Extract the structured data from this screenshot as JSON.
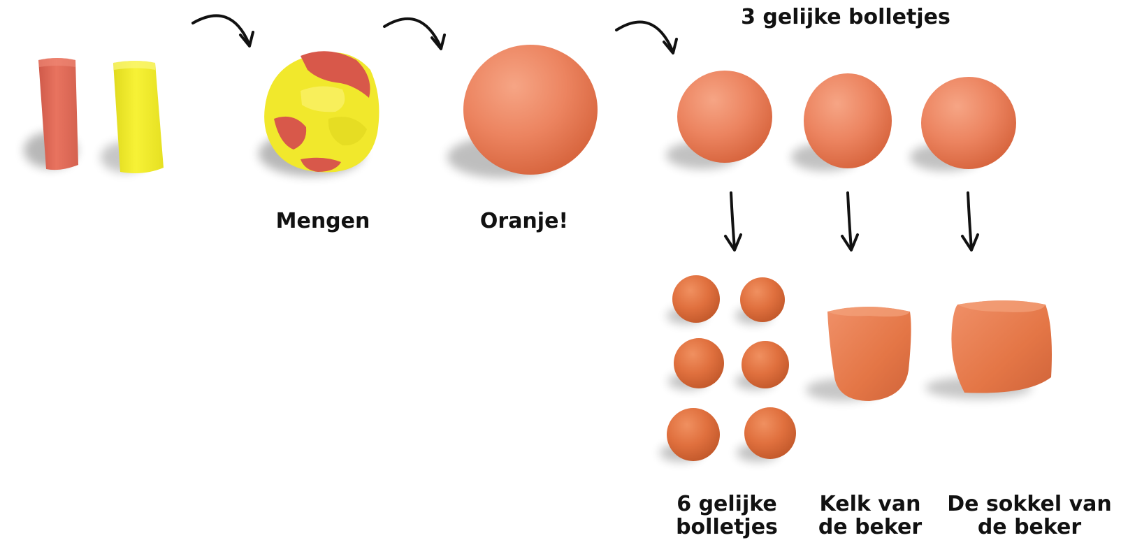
{
  "labels": {
    "mix": "Mengen",
    "orange": "Oranje!",
    "three_balls": "3 gelijke bolletjes",
    "six_balls_line1": "6 gelijke",
    "six_balls_line2": "bolletjes",
    "chalice_line1": "Kelk van",
    "chalice_line2": "de beker",
    "base_line1": "De sokkel van",
    "base_line2": "de beker"
  },
  "colors": {
    "clay_red": "#e4705f",
    "clay_yellow": "#f2ee2b",
    "clay_orange": "#ea7f55",
    "clay_orange_dark": "#d8683b",
    "arrow": "#111111",
    "text": "#111111",
    "background": "#ffffff"
  },
  "icons": {
    "curved_arrow": "curved-arrow-icon",
    "down_arrow": "down-arrow-icon"
  }
}
